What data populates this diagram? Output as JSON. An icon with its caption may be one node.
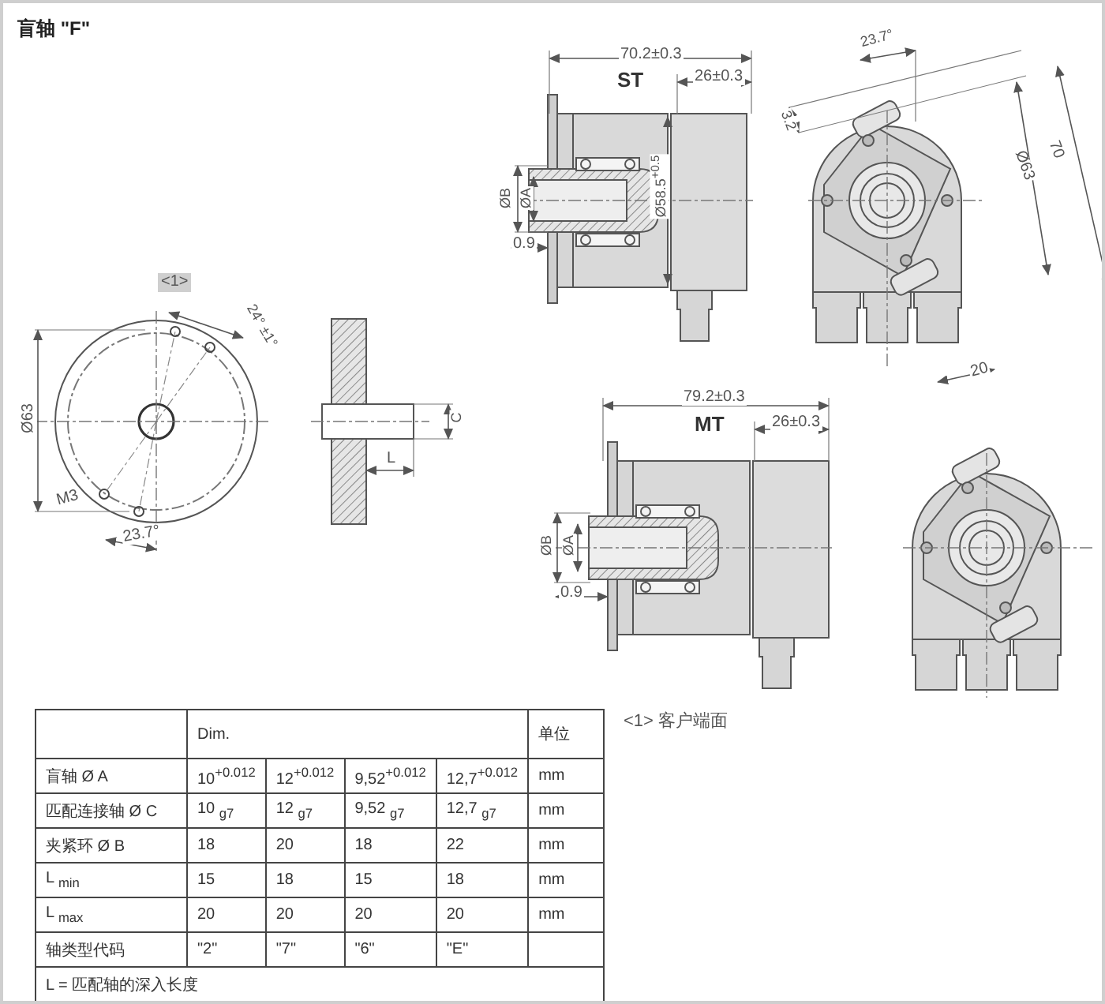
{
  "diagram": {
    "title": "盲轴 \"F\"",
    "labels": [
      "ST",
      "70.2±0.3",
      "26±0.3",
      "ØB",
      "ØA",
      "0.9",
      "Ø58.5$^{+0.5}$",
      "23.7°",
      "3.2",
      "70",
      "Ø63",
      "20",
      "<1>",
      "24° ±1°",
      "Ø63",
      "M3",
      "23.7°",
      "C",
      "L",
      "79.2±0.3",
      "MT",
      "26±0.3",
      "ØB",
      "ØA",
      "0.9",
      "Dim.",
      "单位",
      "盲轴 Ø A",
      "10$^{+0.012}$",
      "12$^{+0.012}$",
      "9,52$^{+0.012}$",
      "12,7$^{+0.012}$",
      "mm",
      "匹配连接轴 Ø C",
      "10 $_{g7}$",
      "12 $_{g7}$",
      "9,52 $_{g7}$",
      "12,7 $_{g7}$",
      "mm",
      "夹紧环 Ø B",
      "18",
      "20",
      "18",
      "22",
      "mm",
      "L $_{min}$",
      "15",
      "18",
      "15",
      "18",
      "mm",
      "L $_{max}$",
      "20",
      "20",
      "20",
      "20",
      "mm",
      "轴类型代码",
      "\"2\"",
      "\"7\"",
      "\"6\"",
      "\"E\"",
      "L = 匹配轴的深入长度",
      "<1> 客户端面"
    ]
  }
}
